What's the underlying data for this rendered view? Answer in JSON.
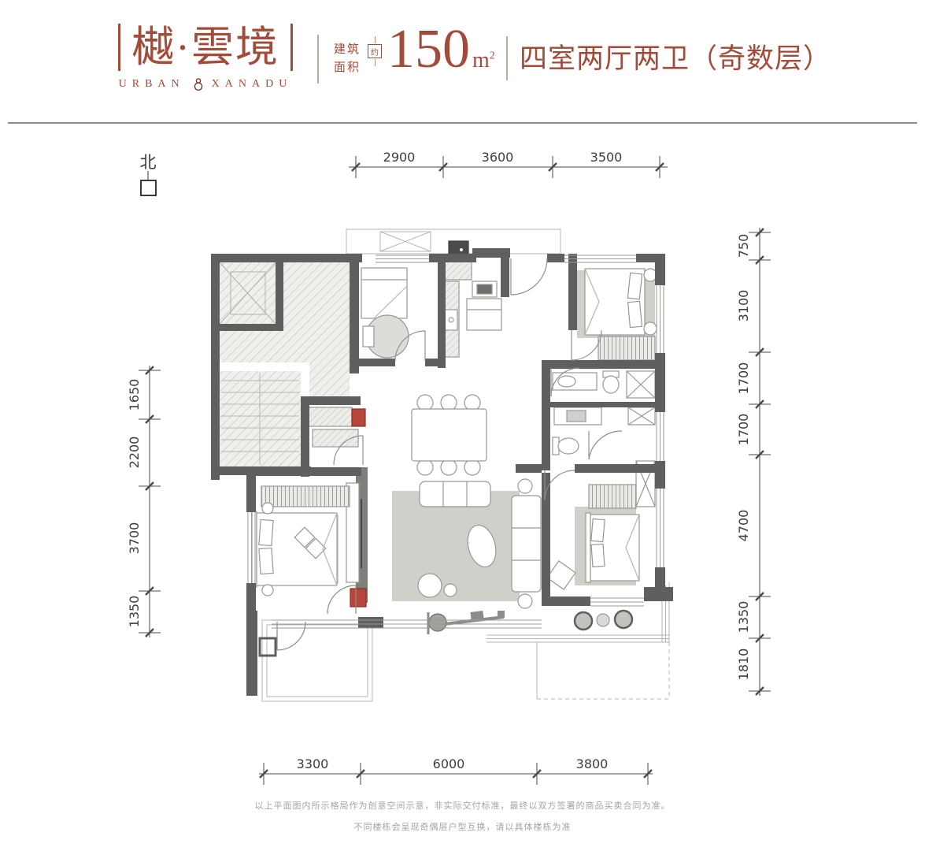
{
  "header": {
    "brand_cn": "樾·雲境",
    "brand_en_left": "URBAN",
    "brand_en_right": "XANADU",
    "area_label_line1": "建筑",
    "area_label_line2": "面积",
    "area_approx_char": "约",
    "area_value": "150",
    "area_unit_base": "m",
    "area_unit_sup": "2",
    "layout_title": "四室两厅两卫（奇数层）"
  },
  "plan": {
    "north_label": "北",
    "colors": {
      "accent": "#A14B3B",
      "wall": "#5F5F5F",
      "red_accent": "#B8453C",
      "hatch_bg": "#F0EFEC",
      "rug": "#D0D0CB"
    }
  },
  "dimensions": {
    "top": [
      "2900",
      "3600",
      "3500"
    ],
    "right": [
      "750",
      "3100",
      "1700",
      "1700",
      "4700",
      "1350",
      "1810"
    ],
    "left": [
      "1650",
      "2200",
      "3700",
      "1350"
    ],
    "bottom": [
      "3300",
      "6000",
      "3800"
    ]
  },
  "footer": {
    "line1": "以上平面图内所示格局作为创意空间示意，非实际交付标准，最终以双方签署的商品买卖合同为准。",
    "line2": "不同楼栋会呈现奇偶层户型互换，请以具体楼栋为准"
  }
}
